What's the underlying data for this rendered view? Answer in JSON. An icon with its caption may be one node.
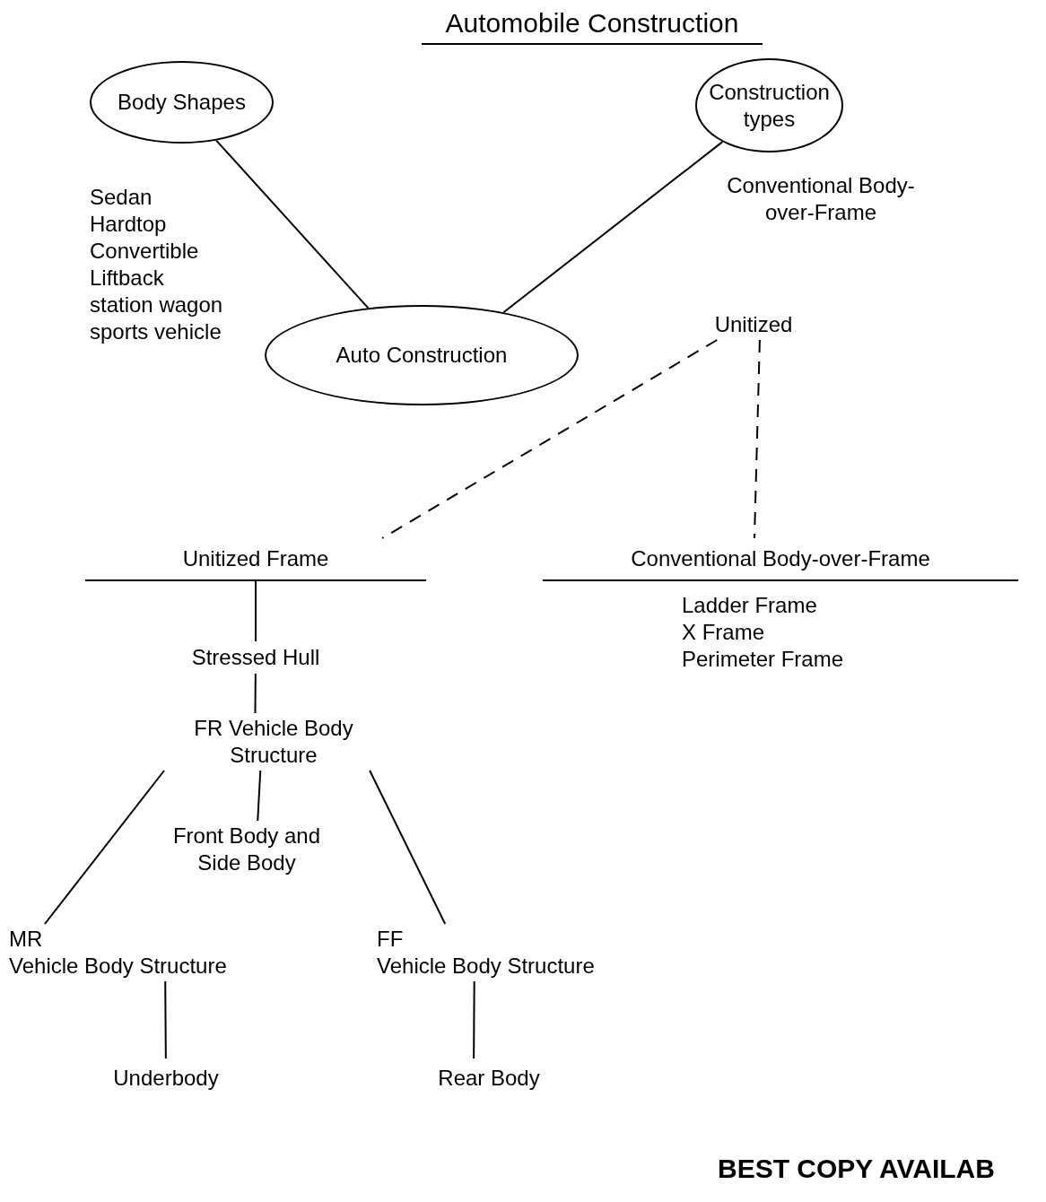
{
  "diagram": {
    "title": "Automobile Construction",
    "nodes": [
      {
        "text": [
          "Body Shapes"
        ],
        "beside": [
          "Sedan",
          "Hardtop",
          "Convertible",
          "Liftback",
          "station wagon",
          "sports vehicle"
        ]
      },
      {
        "text": [
          "Construction types"
        ]
      },
      {
        "text": [
          "Conventional Body-over-Frame"
        ]
      },
      {
        "text": [
          "Unitized"
        ]
      },
      {
        "text": [
          "Auto Construction"
        ]
      },
      {
        "text": [
          "Unitized Frame"
        ]
      },
      {
        "text": [
          "Conventional Body-over-Frame"
        ],
        "beside": [
          "Ladder Frame",
          "X Frame",
          "Perimeter Frame"
        ]
      },
      {
        "text": [
          "Stressed Hull"
        ]
      },
      {
        "text": [
          "FR Vehicle Body Structure"
        ]
      },
      {
        "text": [
          "Front Body and Side Body"
        ]
      },
      {
        "text": [
          "MR",
          "Vehicle Body Structure"
        ]
      },
      {
        "text": [
          "FF",
          "Vehicle Body Structure"
        ]
      },
      {
        "text": [
          "Underbody"
        ]
      },
      {
        "text": [
          "Rear Body"
        ]
      }
    ],
    "edges": [
      {
        "from": 0,
        "to": 4,
        "arrow": "none"
      },
      {
        "from": 1,
        "to": 4,
        "arrow": "none"
      },
      {
        "from": 3,
        "to": 5,
        "arrow": "none",
        "style": "dashed"
      },
      {
        "from": 3,
        "to": 6,
        "arrow": "none",
        "style": "dashed"
      },
      {
        "from": 5,
        "to": 7,
        "arrow": "none"
      },
      {
        "from": 7,
        "to": 8,
        "arrow": "none"
      },
      {
        "from": 8,
        "to": 9,
        "arrow": "none"
      },
      {
        "from": 8,
        "to": 10,
        "arrow": "none"
      },
      {
        "from": 8,
        "to": 11,
        "arrow": "none"
      },
      {
        "from": 10,
        "to": 12,
        "arrow": "none"
      },
      {
        "from": 11,
        "to": 13,
        "arrow": "none"
      }
    ],
    "labels": [
      "BEST COPY AVAILAB"
    ]
  }
}
